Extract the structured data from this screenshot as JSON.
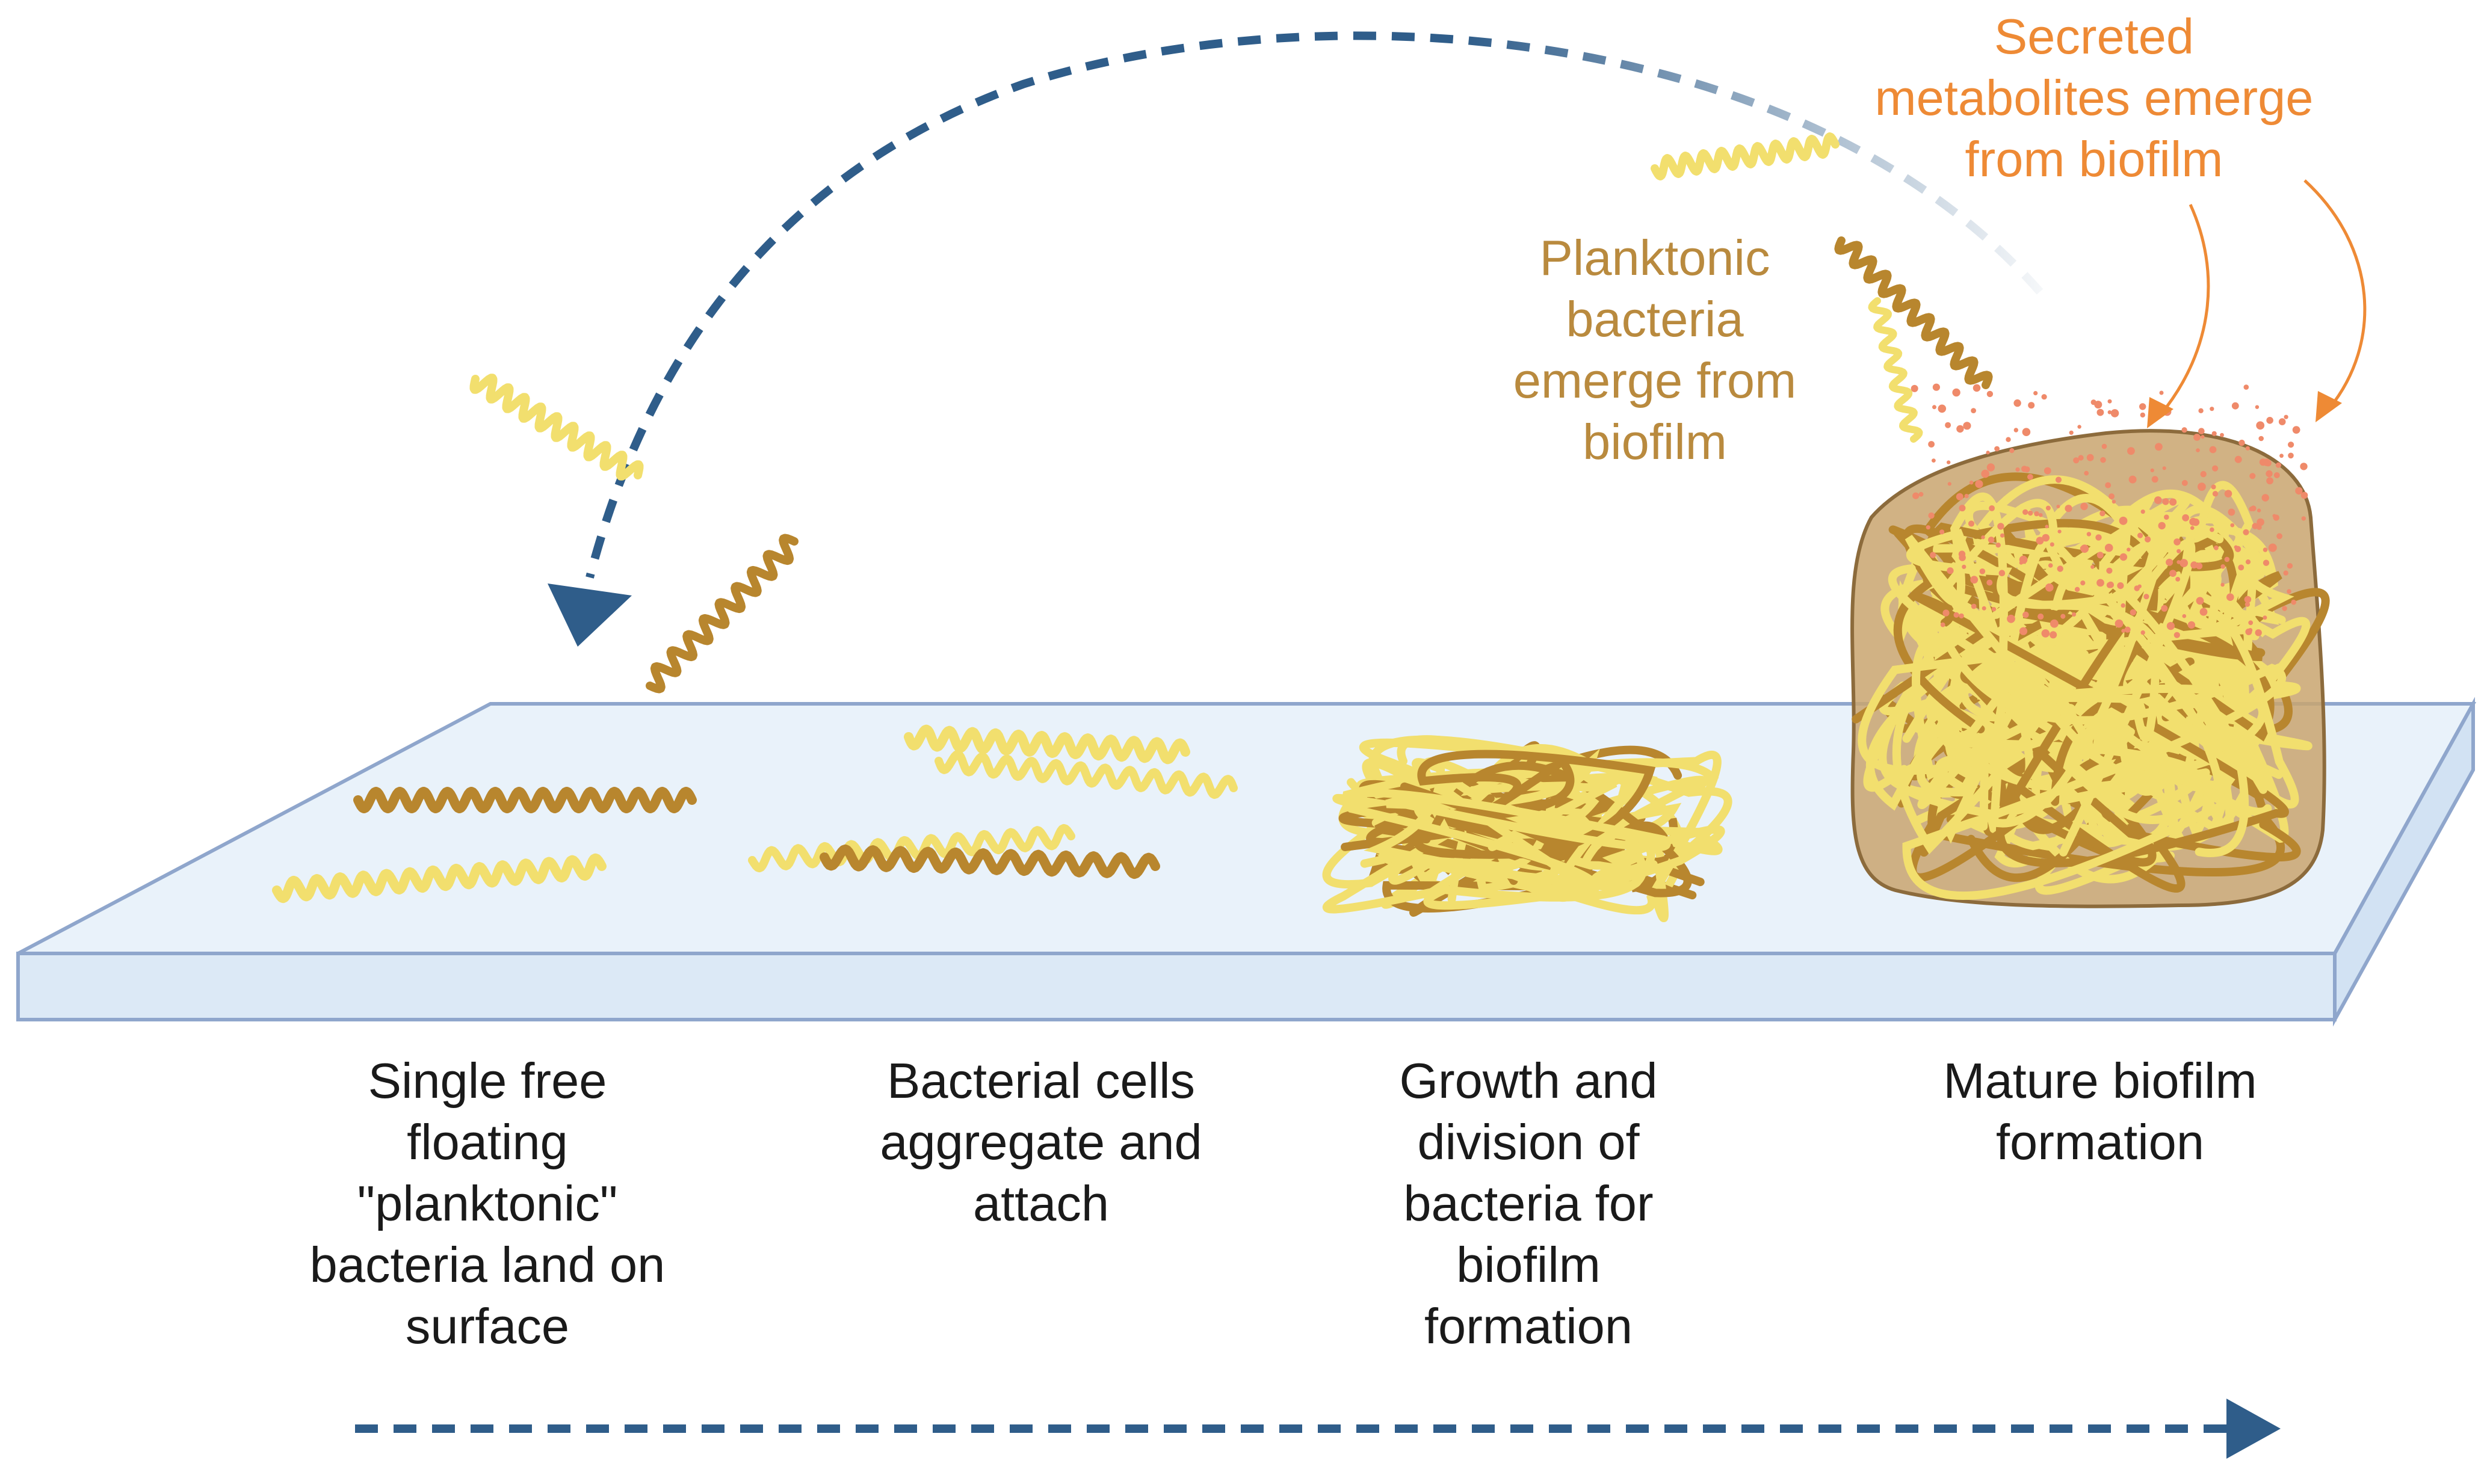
{
  "diagram": {
    "stages": [
      "Single free\nfloating\n\"planktonic\"\nbacteria land on\nsurface",
      "Bacterial cells\naggregate and\nattach",
      "Growth and\ndivision of\nbacteria for\nbiofilm\nformation",
      "Mature biofilm\nformation"
    ],
    "annotations": {
      "planktonic_emerge": "Planktonic\nbacteria\nemerge from\nbiofilm",
      "metabolites": "Secreted\nmetabolites emerge\nfrom biofilm"
    },
    "colors": {
      "arrow": "#2f5d8a",
      "surface_fill": "#e9f2fa",
      "surface_stroke": "#8fa6cc",
      "bacteria_dark": "#b8862e",
      "bacteria_light": "#f2df6e",
      "biofilm_matrix": "#c9a56e",
      "planktonic_text": "#b98a3e",
      "metabolite_text": "#ee8a35",
      "metabolite_dots": "#ef8a6a"
    }
  }
}
